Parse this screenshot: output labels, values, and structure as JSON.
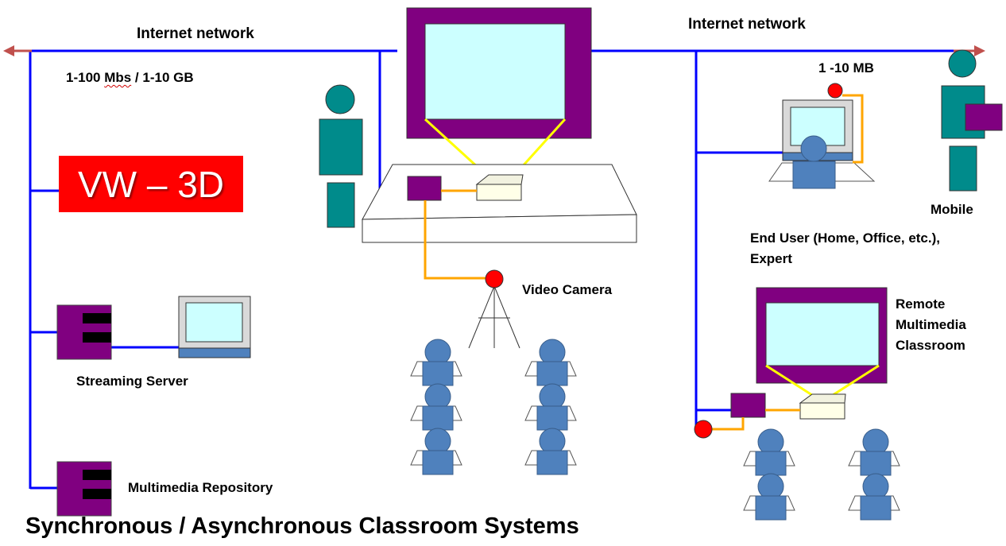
{
  "colors": {
    "network": "#0000ff",
    "cable": "#ffa500",
    "screen_frame": "#800080",
    "screen": "#ccffff",
    "person": "#008b8b",
    "student": "#4f81bd",
    "arrow": "#c0504d",
    "camera": "#ff0000",
    "banner": "#ff0000",
    "projection": "#ffff00"
  },
  "labels": {
    "network_left": "Internet network",
    "network_right": "Internet network",
    "bandwidth_left_part1": "1-100 ",
    "bandwidth_left_part2": "Mbs",
    "bandwidth_left_part3": " / 1-10 GB",
    "bandwidth_right": "1 -10 MB",
    "vw3d": "VW – 3D",
    "streaming_server": "Streaming Server",
    "multimedia_repository": "Multimedia Repository",
    "video_camera": "Video Camera",
    "mobile": "Mobile",
    "end_user_line1": "End User (Home, Office, etc.),",
    "end_user_line2": "Expert",
    "remote_classroom": "Remote Multimedia Classroom",
    "title": "Synchronous / Asynchronous Classroom Systems"
  },
  "icons": {
    "arrow_left": "arrow-left-icon",
    "arrow_right": "arrow-right-icon",
    "server": "server-icon",
    "monitor": "monitor-icon",
    "camera": "video-camera-icon",
    "person": "person-icon",
    "student": "student-icon",
    "projector": "projector-icon"
  }
}
